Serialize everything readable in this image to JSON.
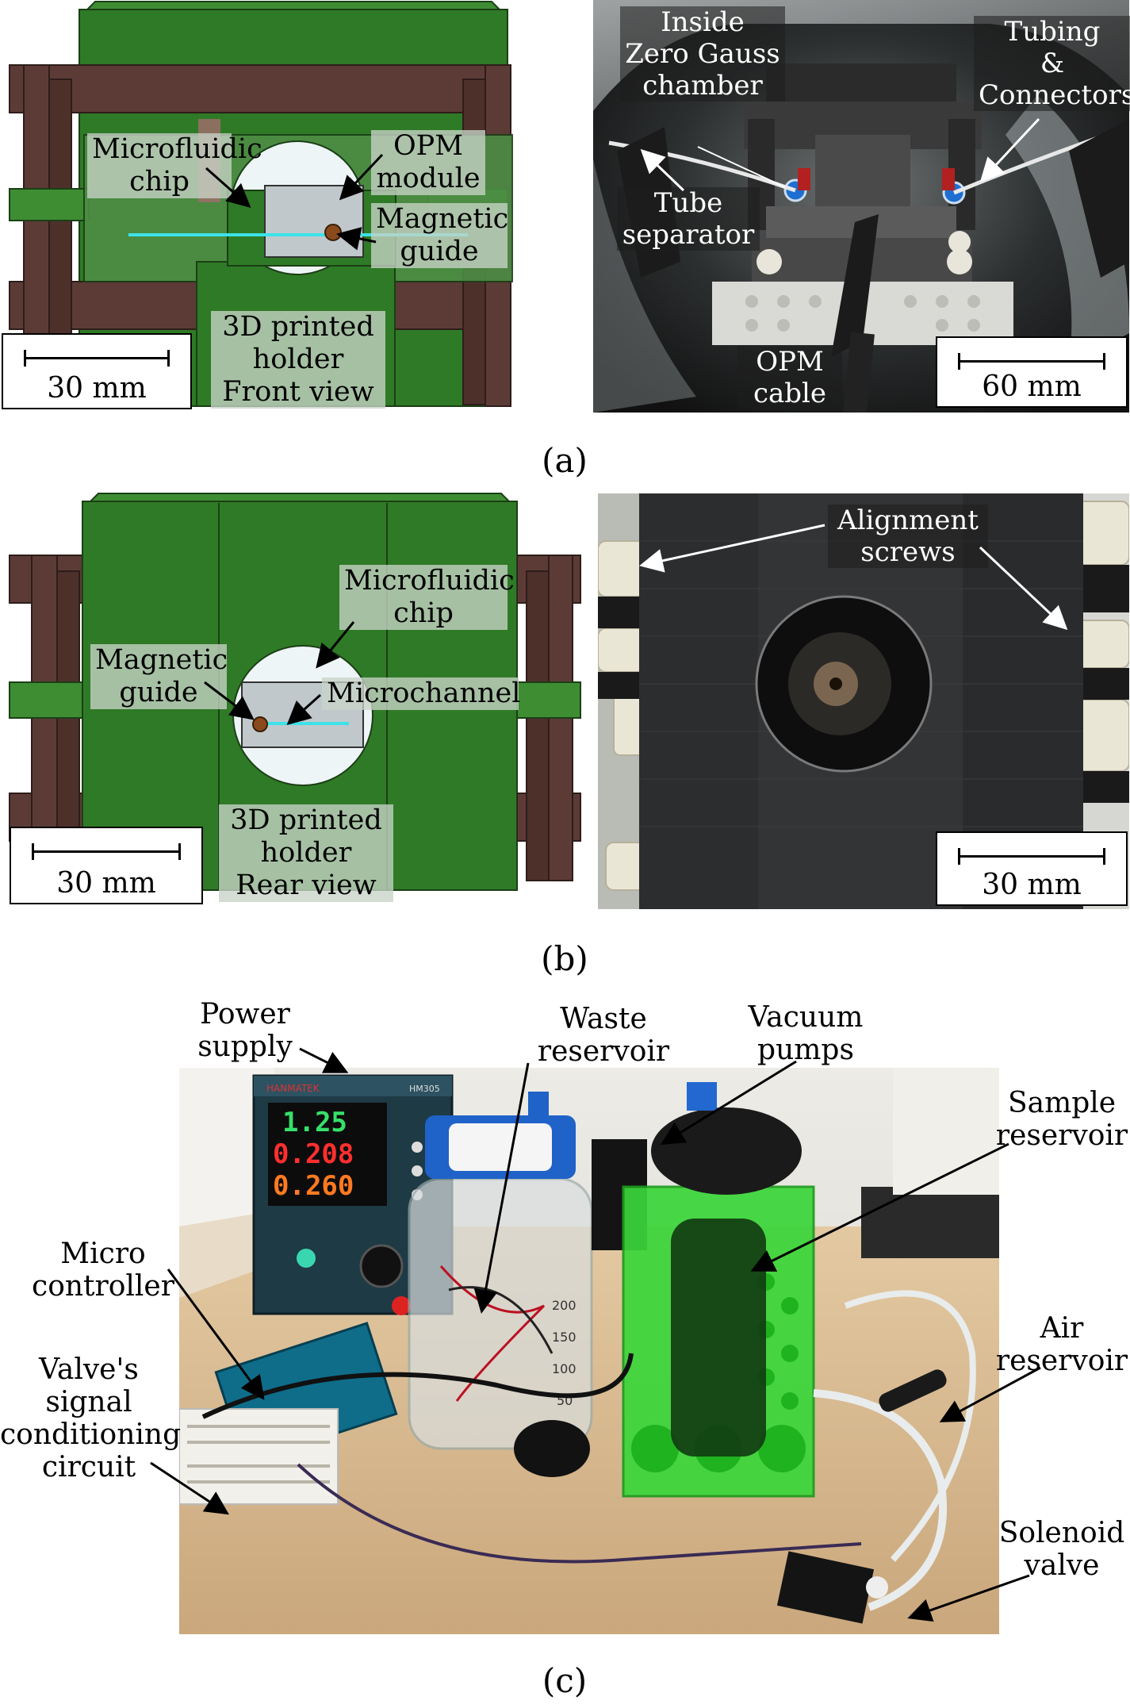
{
  "panel_a": {
    "caption": "(a)",
    "drawing": {
      "labels": {
        "microfluidic_chip": [
          "Microfluidic",
          "chip"
        ],
        "opm_module": [
          "OPM",
          "module"
        ],
        "magnetic_guide": [
          "Magnetic",
          "guide"
        ],
        "holder": [
          "3D printed",
          "holder",
          "Front view"
        ]
      },
      "scale": "30 mm"
    },
    "photo": {
      "labels": {
        "chamber": [
          "Inside",
          "Zero Gauss",
          "chamber"
        ],
        "tubing": [
          "Tubing",
          "&",
          "Connectors"
        ],
        "separator": [
          "Tube",
          "separator"
        ],
        "cable": [
          "OPM",
          "cable"
        ]
      },
      "scale": "60 mm"
    }
  },
  "panel_b": {
    "caption": "(b)",
    "drawing": {
      "labels": {
        "microfluidic_chip": [
          "Microfluidic",
          "chip"
        ],
        "magnetic_guide": [
          "Magnetic",
          "guide"
        ],
        "microchannel": "Microchannel",
        "holder": [
          "3D printed",
          "holder",
          "Rear view"
        ]
      },
      "scale": "30 mm"
    },
    "photo": {
      "labels": {
        "alignment_screws": [
          "Alignment",
          "screws"
        ]
      },
      "scale": "30 mm"
    }
  },
  "panel_c": {
    "caption": "(c)",
    "labels": {
      "power_supply": [
        "Power",
        "supply"
      ],
      "waste_reservoir": [
        "Waste",
        "reservoir"
      ],
      "vacuum_pumps": [
        "Vacuum",
        "pumps"
      ],
      "sample_reservoir": [
        "Sample",
        "reservoir"
      ],
      "micro_controller": [
        "Micro",
        "controller"
      ],
      "air_reservoir": [
        "Air",
        "reservoir"
      ],
      "valve_circuit": [
        "Valve's",
        "signal",
        "conditioning",
        "circuit"
      ],
      "solenoid_valve": [
        "Solenoid",
        "valve"
      ]
    },
    "display": {
      "brand": "HANMATEK",
      "model": "HM305",
      "line1": "1.25",
      "line2": "0.208",
      "line3": "0.260"
    }
  },
  "colors": {
    "holder_green": "#2f7a26",
    "frame_brown": "#5c3b36",
    "arrow": "#000000",
    "photo_green": "#3ad63a"
  }
}
